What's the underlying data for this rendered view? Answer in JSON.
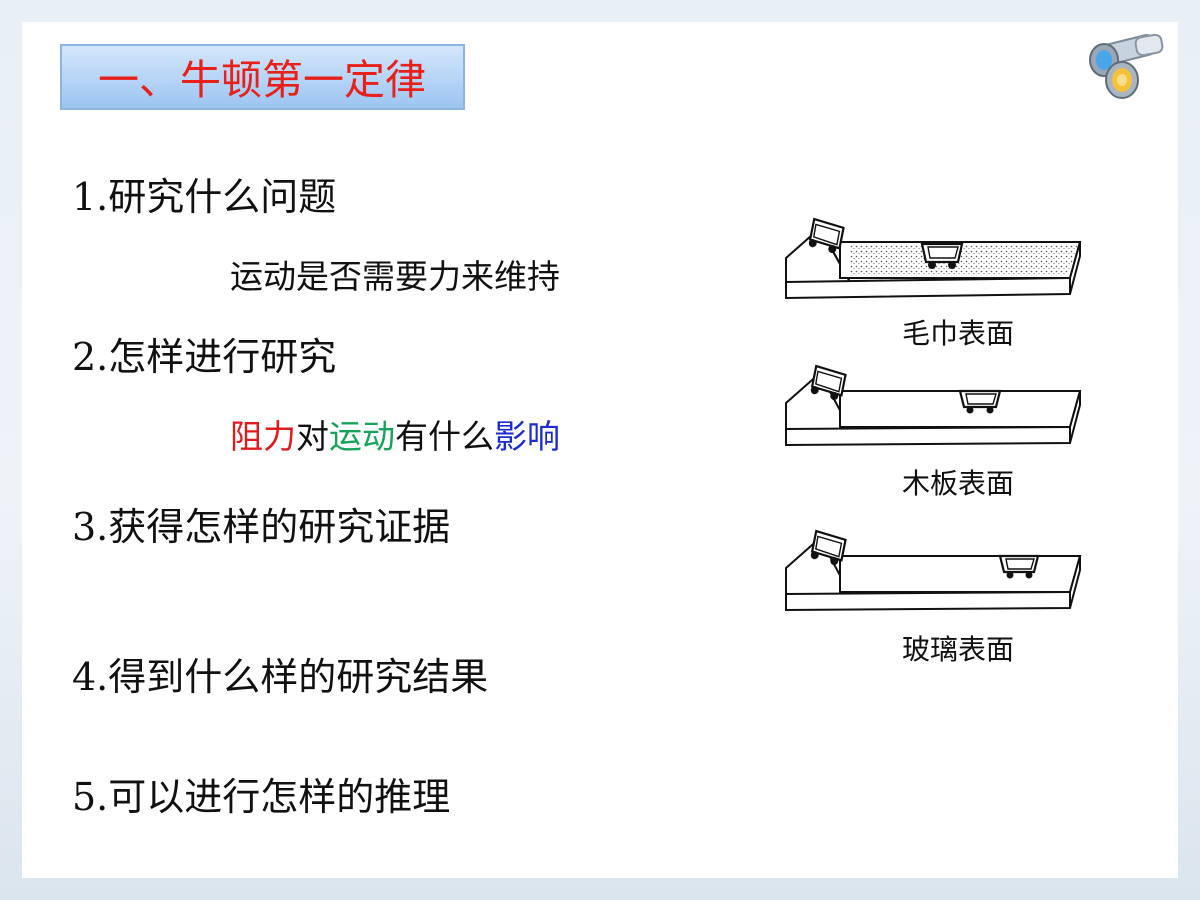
{
  "title": "一、牛顿第一定律",
  "items": [
    {
      "heading": "1.研究什么问题",
      "sub": "运动是否需要力来维持"
    },
    {
      "heading": "2.怎样进行研究",
      "sub_parts": [
        "阻力",
        "对",
        "运动",
        "有什么",
        "影响"
      ]
    },
    {
      "heading": "3.获得怎样的研究证据"
    },
    {
      "heading": "4.得到什么样的研究结果"
    },
    {
      "heading": "5.可以进行怎样的推理"
    }
  ],
  "figures": [
    {
      "caption": "毛巾表面",
      "surface": "towel",
      "cart_position": 0.45
    },
    {
      "caption": "木板表面",
      "surface": "wood",
      "cart_position": 0.62
    },
    {
      "caption": "玻璃表面",
      "surface": "glass",
      "cart_position": 0.78
    }
  ],
  "colors": {
    "title_text": "#e8201a",
    "title_box": "#9cc5f2",
    "red": "#e01b1b",
    "green": "#18a35a",
    "blue": "#1c2bd0"
  },
  "icons": [
    "binoculars-icon"
  ]
}
